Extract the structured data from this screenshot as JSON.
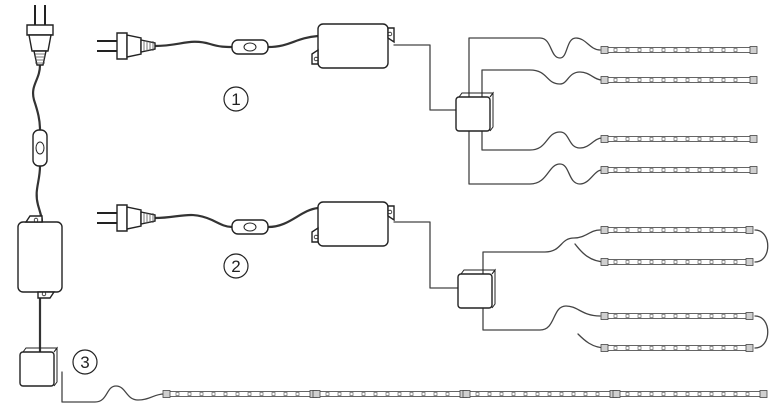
{
  "diagram": {
    "callouts": [
      {
        "id": "1",
        "label": "1"
      },
      {
        "id": "2",
        "label": "2"
      },
      {
        "id": "3",
        "label": "3"
      }
    ],
    "colors": {
      "line": "#333333",
      "fill": "#ffffff",
      "connector": "#cfcfcf"
    },
    "icons": [
      "power-plug-icon",
      "inline-switch-icon",
      "power-supply-icon",
      "splitter-box-icon",
      "led-strip-icon"
    ]
  }
}
